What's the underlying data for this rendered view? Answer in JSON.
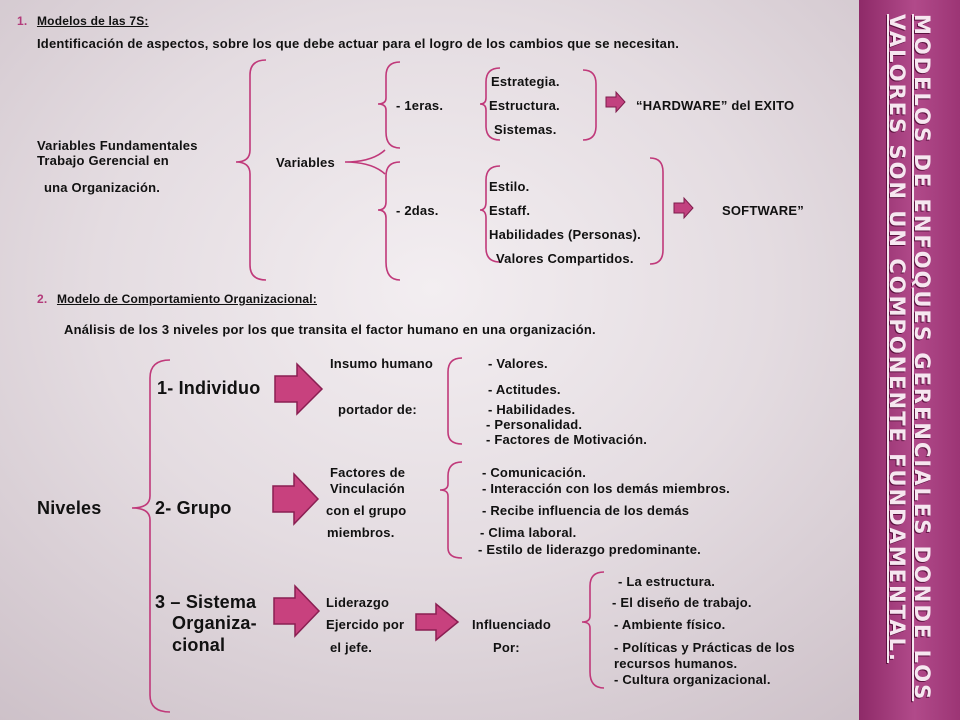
{
  "sidebar": {
    "title_line1": "Modelos de enfoques gerenciales donde los",
    "title_line2": "valores son un componente fundamental."
  },
  "s1": {
    "num": "1.",
    "heading": "Modelos de las 7S:",
    "intro": "Identificación de aspectos, sobre los que debe actuar para el logro de los cambios que se necesitan.",
    "root_line1": "Variables Fundamentales",
    "root_line2": "Trabajo Gerencial en",
    "root_line3": "una Organización.",
    "variables": "Variables",
    "first": "- 1eras.",
    "second": "- 2das.",
    "first_items": [
      "Estrategia.",
      "Estructura.",
      "Sistemas."
    ],
    "second_items": [
      "Estilo.",
      "Estaff.",
      "Habilidades (Personas).",
      "Valores Compartidos."
    ],
    "hardware": "“HARDWARE”   del EXITO",
    "software": "SOFTWARE”",
    "colors": {
      "small_arrow": "#c2417f"
    }
  },
  "s2": {
    "num": "2.",
    "heading": "Modelo de Comportamiento Organizacional:",
    "intro": "Análisis de los 3 niveles por los que transita el factor humano en una organización.",
    "niveles": "Niveles",
    "individuo": {
      "label": "1- Individuo",
      "desc1": "Insumo humano",
      "desc2": "portador de:",
      "items": [
        "- Valores.",
        "- Actitudes.",
        "- Habilidades.",
        "- Personalidad.",
        "- Factores de Motivación."
      ]
    },
    "grupo": {
      "label": "2- Grupo",
      "desc1": "Factores de",
      "desc2": "Vinculación",
      "desc3": "con el grupo",
      "desc4": "miembros.",
      "items": [
        "- Comunicación.",
        "- Interacción con los demás miembros.",
        "- Recibe influencia de los demás",
        "- Clima laboral.",
        "- Estilo de liderazgo predominante."
      ]
    },
    "sistema": {
      "label1": "3 – Sistema",
      "label2": "Organiza-",
      "label3": "cional",
      "desc1": "Liderazgo",
      "desc2": "Ejercido por",
      "desc3": "el jefe.",
      "influenciado": "Influenciado",
      "por": "Por:",
      "items": [
        "- La estructura.",
        "- El diseño de trabajo.",
        "- Ambiente físico.",
        "- Políticas y Prácticas de los",
        "recursos humanos.",
        "- Cultura organizacional."
      ]
    },
    "colors": {
      "big_arrow": "#c8417e",
      "big_arrow_edge": "#8a1f52",
      "bracket": "#c0397a"
    }
  }
}
